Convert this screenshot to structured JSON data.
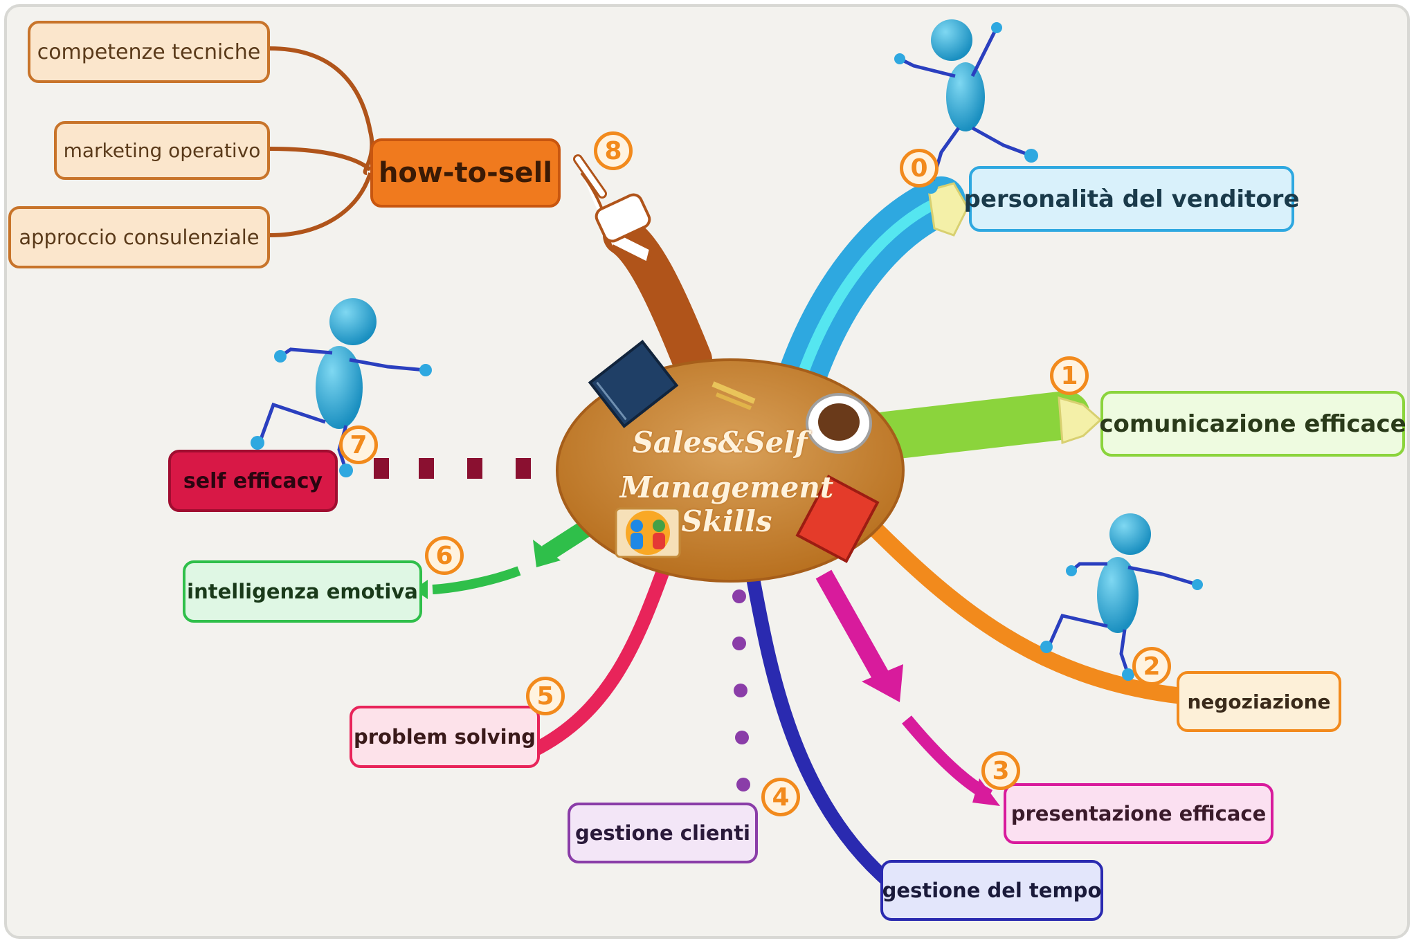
{
  "center": {
    "title_line1": "Sales&Self",
    "title_line2": "Management Skills"
  },
  "branches": [
    {
      "number": "0",
      "label": "personalità del venditore",
      "color": "#2ea8e0",
      "fill": "#d9f1fb"
    },
    {
      "number": "1",
      "label": "comunicazione efficace",
      "color": "#8bd43c",
      "fill": "#eefbe0"
    },
    {
      "number": "2",
      "label": "negoziazione",
      "color": "#f28a1c",
      "fill": "#fdf0d8"
    },
    {
      "number": "3",
      "label": "presentazione efficace",
      "color": "#d81b9c",
      "fill": "#fbe0f1"
    },
    {
      "number": "4",
      "label": "gestione clienti",
      "color": "#8a3da8",
      "fill": "#f3e6f7"
    },
    {
      "number": "5",
      "label": "problem solving",
      "color": "#e8245a",
      "fill": "#fde2ea"
    },
    {
      "number": "6",
      "label": "intelligenza emotiva",
      "color": "#2fbf4a",
      "fill": "#dff7e4"
    },
    {
      "number": "7",
      "label": "self efficacy",
      "color": "#c8123c",
      "fill": "#d81846"
    },
    {
      "number": "8",
      "label": "how-to-sell",
      "color": "#e8670f",
      "fill": "#f07a1e"
    }
  ],
  "extra": {
    "label": "gestione del tempo",
    "color": "#2a2ab0",
    "fill": "#e3e6fb"
  },
  "how_to_sell_children": [
    {
      "label": "competenze tecniche"
    },
    {
      "label": "marketing operativo"
    },
    {
      "label": "approccio consulenziale"
    }
  ],
  "icons": [
    "running-figure-icon",
    "pointing-hand-icon",
    "notebook-icon",
    "coffee-cup-icon",
    "people-logo-icon",
    "red-book-icon"
  ]
}
